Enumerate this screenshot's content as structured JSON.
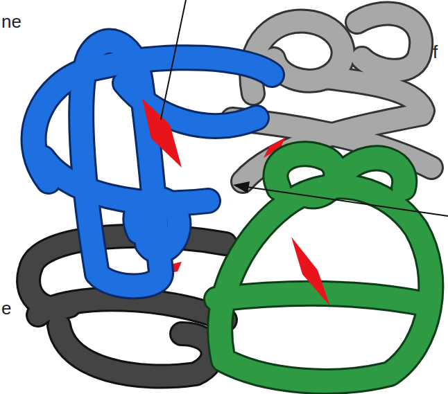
{
  "diagram": {
    "labels": [
      "ne",
      "f",
      "e"
    ]
  }
}
